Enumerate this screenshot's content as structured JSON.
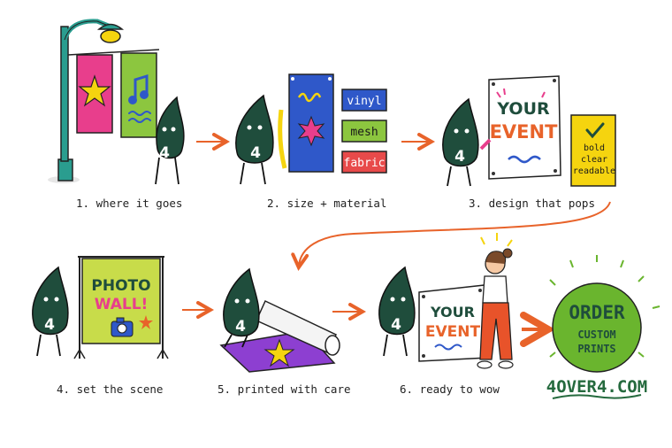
{
  "steps": [
    {
      "label": "1. where it goes"
    },
    {
      "label": "2. size + material"
    },
    {
      "label": "3. design that pops"
    },
    {
      "label": "4. set the scene"
    },
    {
      "label": "5. printed with care"
    },
    {
      "label": "6. ready to wow"
    }
  ],
  "mascot": {
    "number": "4"
  },
  "materials": [
    "vinyl",
    "mesh",
    "fabric"
  ],
  "design_banner": {
    "line1": "YOUR",
    "line2": "EVENT"
  },
  "checklist": [
    "bold",
    "clear",
    "readable"
  ],
  "photo_wall": {
    "line1": "PHOTO",
    "line2": "WALL!"
  },
  "final_banner": {
    "line1": "YOUR",
    "line2": "EVENT"
  },
  "cta": {
    "line1": "ORDER",
    "line2": "CUSTOM",
    "line3": "PRINTS"
  },
  "website": "4OVER4.COM",
  "colors": {
    "mascot": "#1f4d3c",
    "arrow": "#e8632a",
    "pink": "#e83e8c",
    "lime": "#8cc63f",
    "blue": "#2f58c9",
    "yellow": "#f5d40f",
    "cta_green": "#6ab52e",
    "purple": "#8d3fd1"
  }
}
